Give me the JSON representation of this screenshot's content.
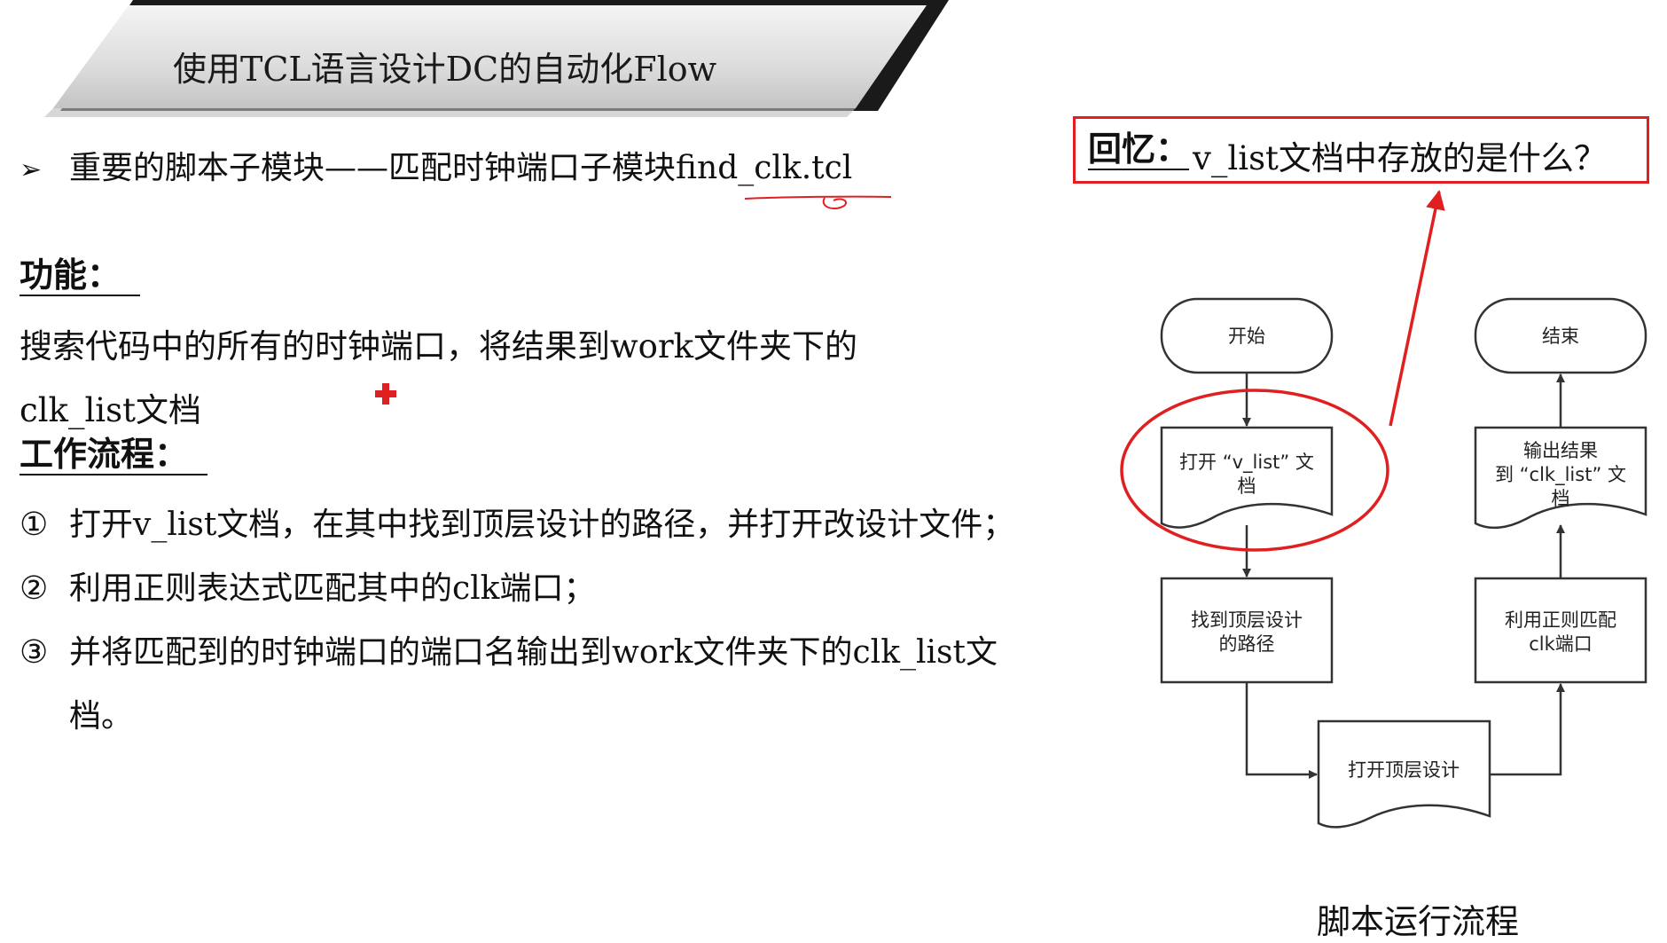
{
  "header": {
    "title": "使用TCL语言设计DC的自动化Flow"
  },
  "bullet": {
    "marker": "➢",
    "text": "重要的脚本子模块——匹配时钟端口子模块find_clk.tcl"
  },
  "function_section": {
    "heading": "功能：",
    "line1": "搜索代码中的所有的时钟端口，将结果到work文件夹下的",
    "line2": "clk_list文档"
  },
  "workflow_section": {
    "heading": "工作流程：",
    "steps": [
      {
        "num": "①",
        "text": "打开v_list文档，在其中找到顶层设计的路径，并打开改设计文件；"
      },
      {
        "num": "②",
        "text": "利用正则表达式匹配其中的clk端口；"
      },
      {
        "num": "③",
        "text": "并将匹配到的时钟端口的端口名输出到work文件夹下的clk_list文",
        "continuation": "档。"
      }
    ]
  },
  "recall": {
    "label": "回忆：",
    "text": "v_list文档中存放的是什么？"
  },
  "flowchart": {
    "start": "开始",
    "open_vlist": [
      "打开 “v_list” 文",
      "档"
    ],
    "find_top": [
      "找到顶层设计",
      "的路径"
    ],
    "open_top": "打开顶层设计",
    "match_clk": [
      "利用正则匹配",
      "clk端口"
    ],
    "output": [
      "输出结果",
      "到 “clk_list” 文",
      "档"
    ],
    "end": "结束",
    "caption": "脚本运行流程"
  },
  "colors": {
    "annotation_red": "#e02020",
    "flow_stroke": "#333333"
  }
}
